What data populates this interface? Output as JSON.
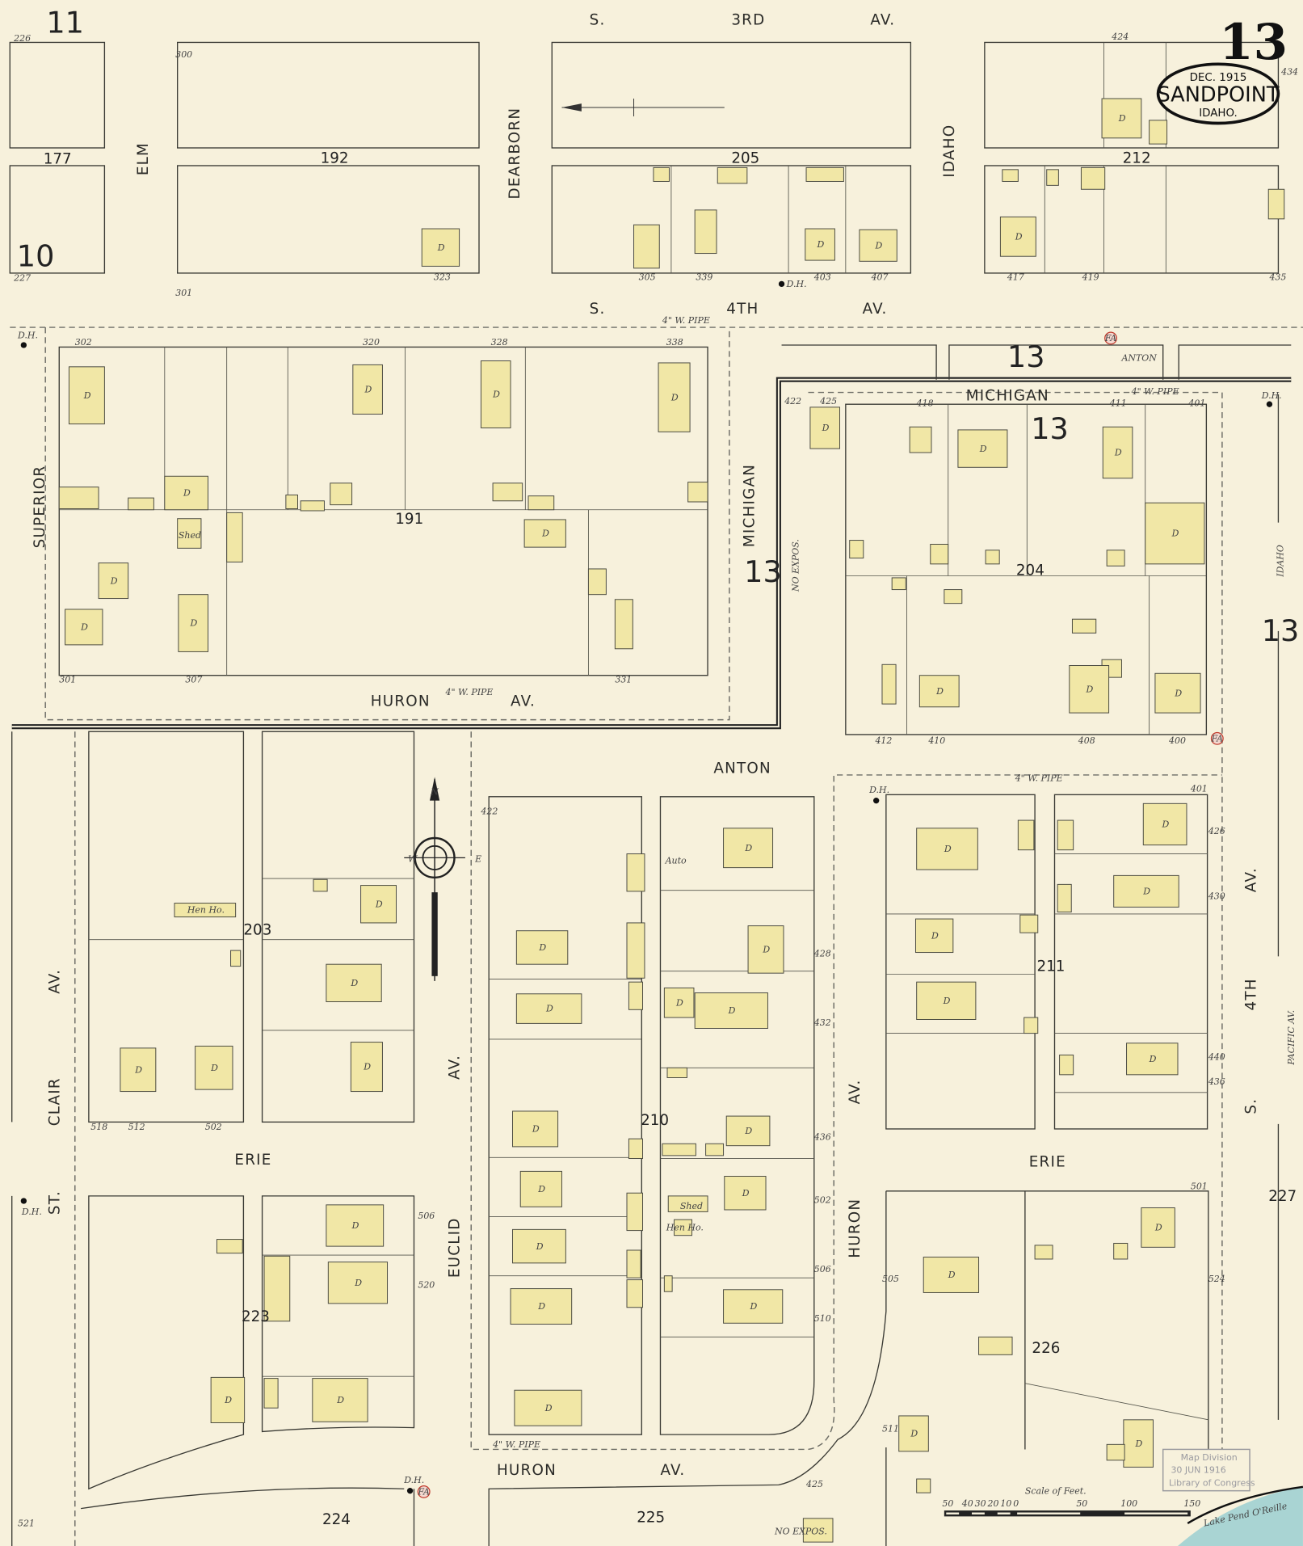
{
  "header": {
    "sheet_number": "13",
    "date": "DEC. 1915",
    "city": "SANDPOINT",
    "state": "IDAHO.",
    "adjacent_sheets": [
      "11",
      "10",
      "13",
      "13",
      "13",
      "13"
    ]
  },
  "streets": {
    "s3rd_av": [
      "S.",
      "3RD",
      "AV."
    ],
    "s4th_av": [
      "S.",
      "4TH",
      "AV."
    ],
    "elm": "ELM",
    "dearborn": "DEARBORN",
    "idaho": "IDAHO",
    "idaho_right": "IDAHO",
    "superior": "SUPERIOR",
    "michigan_v": "MICHIGAN",
    "michigan_h": "MICHIGAN",
    "anton_top": "ANTON",
    "anton": "ANTON",
    "huron_av_mid": [
      "HURON",
      "AV."
    ],
    "erie_left": "ERIE",
    "erie_right": "ERIE",
    "st_clair_av": [
      "ST.",
      "CLAIR",
      "AV."
    ],
    "euclid_av": [
      "EUCLID",
      "AV."
    ],
    "huron_av_v": [
      "HURON",
      "AV."
    ],
    "s4th_av_v": [
      "S.",
      "4TH",
      "AV."
    ],
    "huron_av_bottom": [
      "HURON",
      "AV."
    ],
    "pacific_av": "PACIFIC AV.",
    "water_pipe": "4\" W. PIPE",
    "no_expos": "NO EXPOS."
  },
  "blocks": [
    "177",
    "192",
    "205",
    "212",
    "191",
    "204",
    "203",
    "210",
    "211",
    "223",
    "226",
    "224",
    "225",
    "227"
  ],
  "addresses": [
    "226",
    "227",
    "300",
    "301",
    "323",
    "305",
    "339",
    "403",
    "407",
    "417",
    "419",
    "435",
    "424",
    "434",
    "302",
    "320",
    "328",
    "338",
    "301",
    "307",
    "331",
    "422",
    "425",
    "418",
    "411",
    "401",
    "412",
    "410",
    "408",
    "400",
    "518",
    "512",
    "502",
    "401",
    "422",
    "428",
    "432",
    "436",
    "502",
    "506",
    "510",
    "426",
    "430",
    "436",
    "440",
    "501",
    "505",
    "511",
    "524",
    "506",
    "520",
    "521",
    "425"
  ],
  "building_labels": [
    "D",
    "Shed",
    "Hen Ho.",
    "Auto",
    "Shed",
    "Hen Ho."
  ],
  "symbols": {
    "dh": "D.H.",
    "fire_alarm": "FA"
  },
  "scale": {
    "title": "Scale of Feet.",
    "ticks": [
      "50",
      "40",
      "30",
      "20",
      "10",
      "0",
      "50",
      "100",
      "150"
    ]
  },
  "water_body": "Lake Pend O'Reille",
  "stamp": [
    "Map Division",
    "30 JUN 1916",
    "Library of Congress"
  ],
  "compass": {
    "n": "N",
    "e": "E",
    "w": "W"
  },
  "colors": {
    "paper": "#f7f1dc",
    "frame_dwelling": "#f1e7a6",
    "water": "#a9d4d3"
  }
}
